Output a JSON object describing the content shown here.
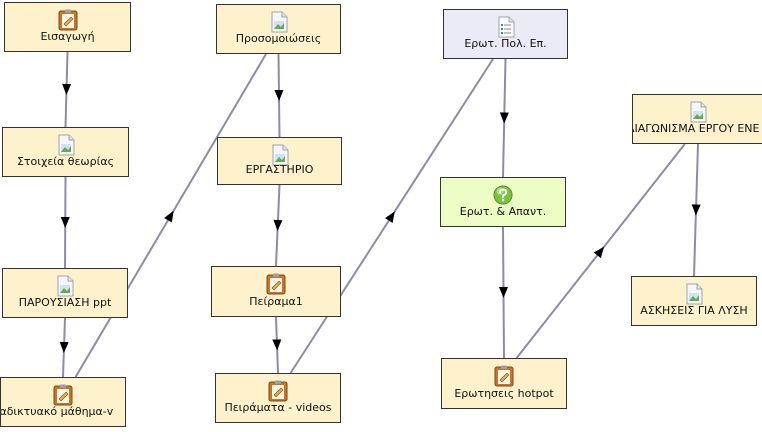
{
  "nodes": [
    {
      "id": "n1",
      "label": "Εισαγωγή",
      "icon": "assignment-icon"
    },
    {
      "id": "n2",
      "label": "Στοιχεία θεωρίας",
      "icon": "image-file-icon"
    },
    {
      "id": "n3",
      "label": "ΠΑΡΟΥΣΙΑΣΗ ppt",
      "icon": "image-file-icon"
    },
    {
      "id": "n4",
      "label": "διαδικτυακό μάθημα-v",
      "icon": "assignment-icon"
    },
    {
      "id": "n5",
      "label": "Προσομοιώσεις",
      "icon": "image-file-icon"
    },
    {
      "id": "n6",
      "label": "ΕΡΓΑΣΤΗΡΙΟ",
      "icon": "image-file-icon"
    },
    {
      "id": "n7",
      "label": "Πείραμα1",
      "icon": "assignment-icon"
    },
    {
      "id": "n8",
      "label": "Πειράματα - videos",
      "icon": "assignment-icon"
    },
    {
      "id": "n9",
      "label": "Ερωτ. Πολ. Επ.",
      "icon": "quiz-list-icon"
    },
    {
      "id": "n10",
      "label": "Ερωτ. & Απαντ.",
      "icon": "question-icon"
    },
    {
      "id": "n11",
      "label": "Ερωτησεις hotpot",
      "icon": "assignment-icon"
    },
    {
      "id": "n12",
      "label": "ΔΙΑΓΩΝΙΣΜΑ ΕΡΓΟΥ ΕΝΕ",
      "icon": "image-file-icon"
    },
    {
      "id": "n13",
      "label": "ΑΣΚΗΣΕΙΣ ΓΙΑ ΛΥΣΗ",
      "icon": "image-file-icon"
    }
  ],
  "edges": [
    {
      "from": "n1",
      "to": "n2"
    },
    {
      "from": "n2",
      "to": "n3"
    },
    {
      "from": "n3",
      "to": "n4"
    },
    {
      "from": "n4",
      "to": "n5"
    },
    {
      "from": "n5",
      "to": "n6"
    },
    {
      "from": "n6",
      "to": "n7"
    },
    {
      "from": "n7",
      "to": "n8"
    },
    {
      "from": "n8",
      "to": "n9"
    },
    {
      "from": "n9",
      "to": "n10"
    },
    {
      "from": "n10",
      "to": "n11"
    },
    {
      "from": "n11",
      "to": "n12"
    },
    {
      "from": "n12",
      "to": "n13"
    }
  ],
  "colors": {
    "node_fill": "#fdf2cc",
    "quiz_fill": "#ebebf8",
    "qa_fill": "#eefcc6",
    "edge": "#8c8ca6",
    "arrow": "#000000"
  }
}
